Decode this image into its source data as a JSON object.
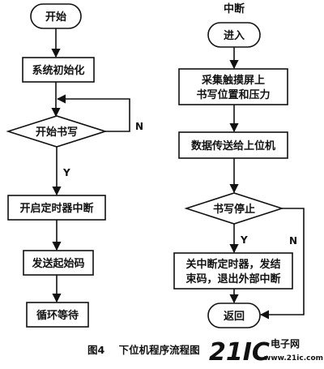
{
  "left_flow": {
    "start": "开始",
    "init": "系统初始化",
    "decision": "开始书写",
    "decision_yes": "Y",
    "decision_no": "N",
    "timer": "开启定时器中断",
    "send": "发送起始码",
    "loop": "循环等待"
  },
  "right_flow": {
    "title": "中断",
    "enter": "进入",
    "collect_line1": "采集触摸屏上",
    "collect_line2": "书写位置和压力",
    "transmit": "数据传送给上位机",
    "decision": "书写停止",
    "decision_yes": "Y",
    "decision_no": "N",
    "close_line1": "关中断定时器，发结",
    "close_line2": "束码，退出外部中断",
    "return": "返回"
  },
  "caption": "图4    下位机程序流程图",
  "watermark": {
    "brand": "21IC",
    "cn": "电子网",
    "url": "www.21ic.com",
    "color_red": "#d9534f",
    "color_gray": "#b8b8b8"
  }
}
